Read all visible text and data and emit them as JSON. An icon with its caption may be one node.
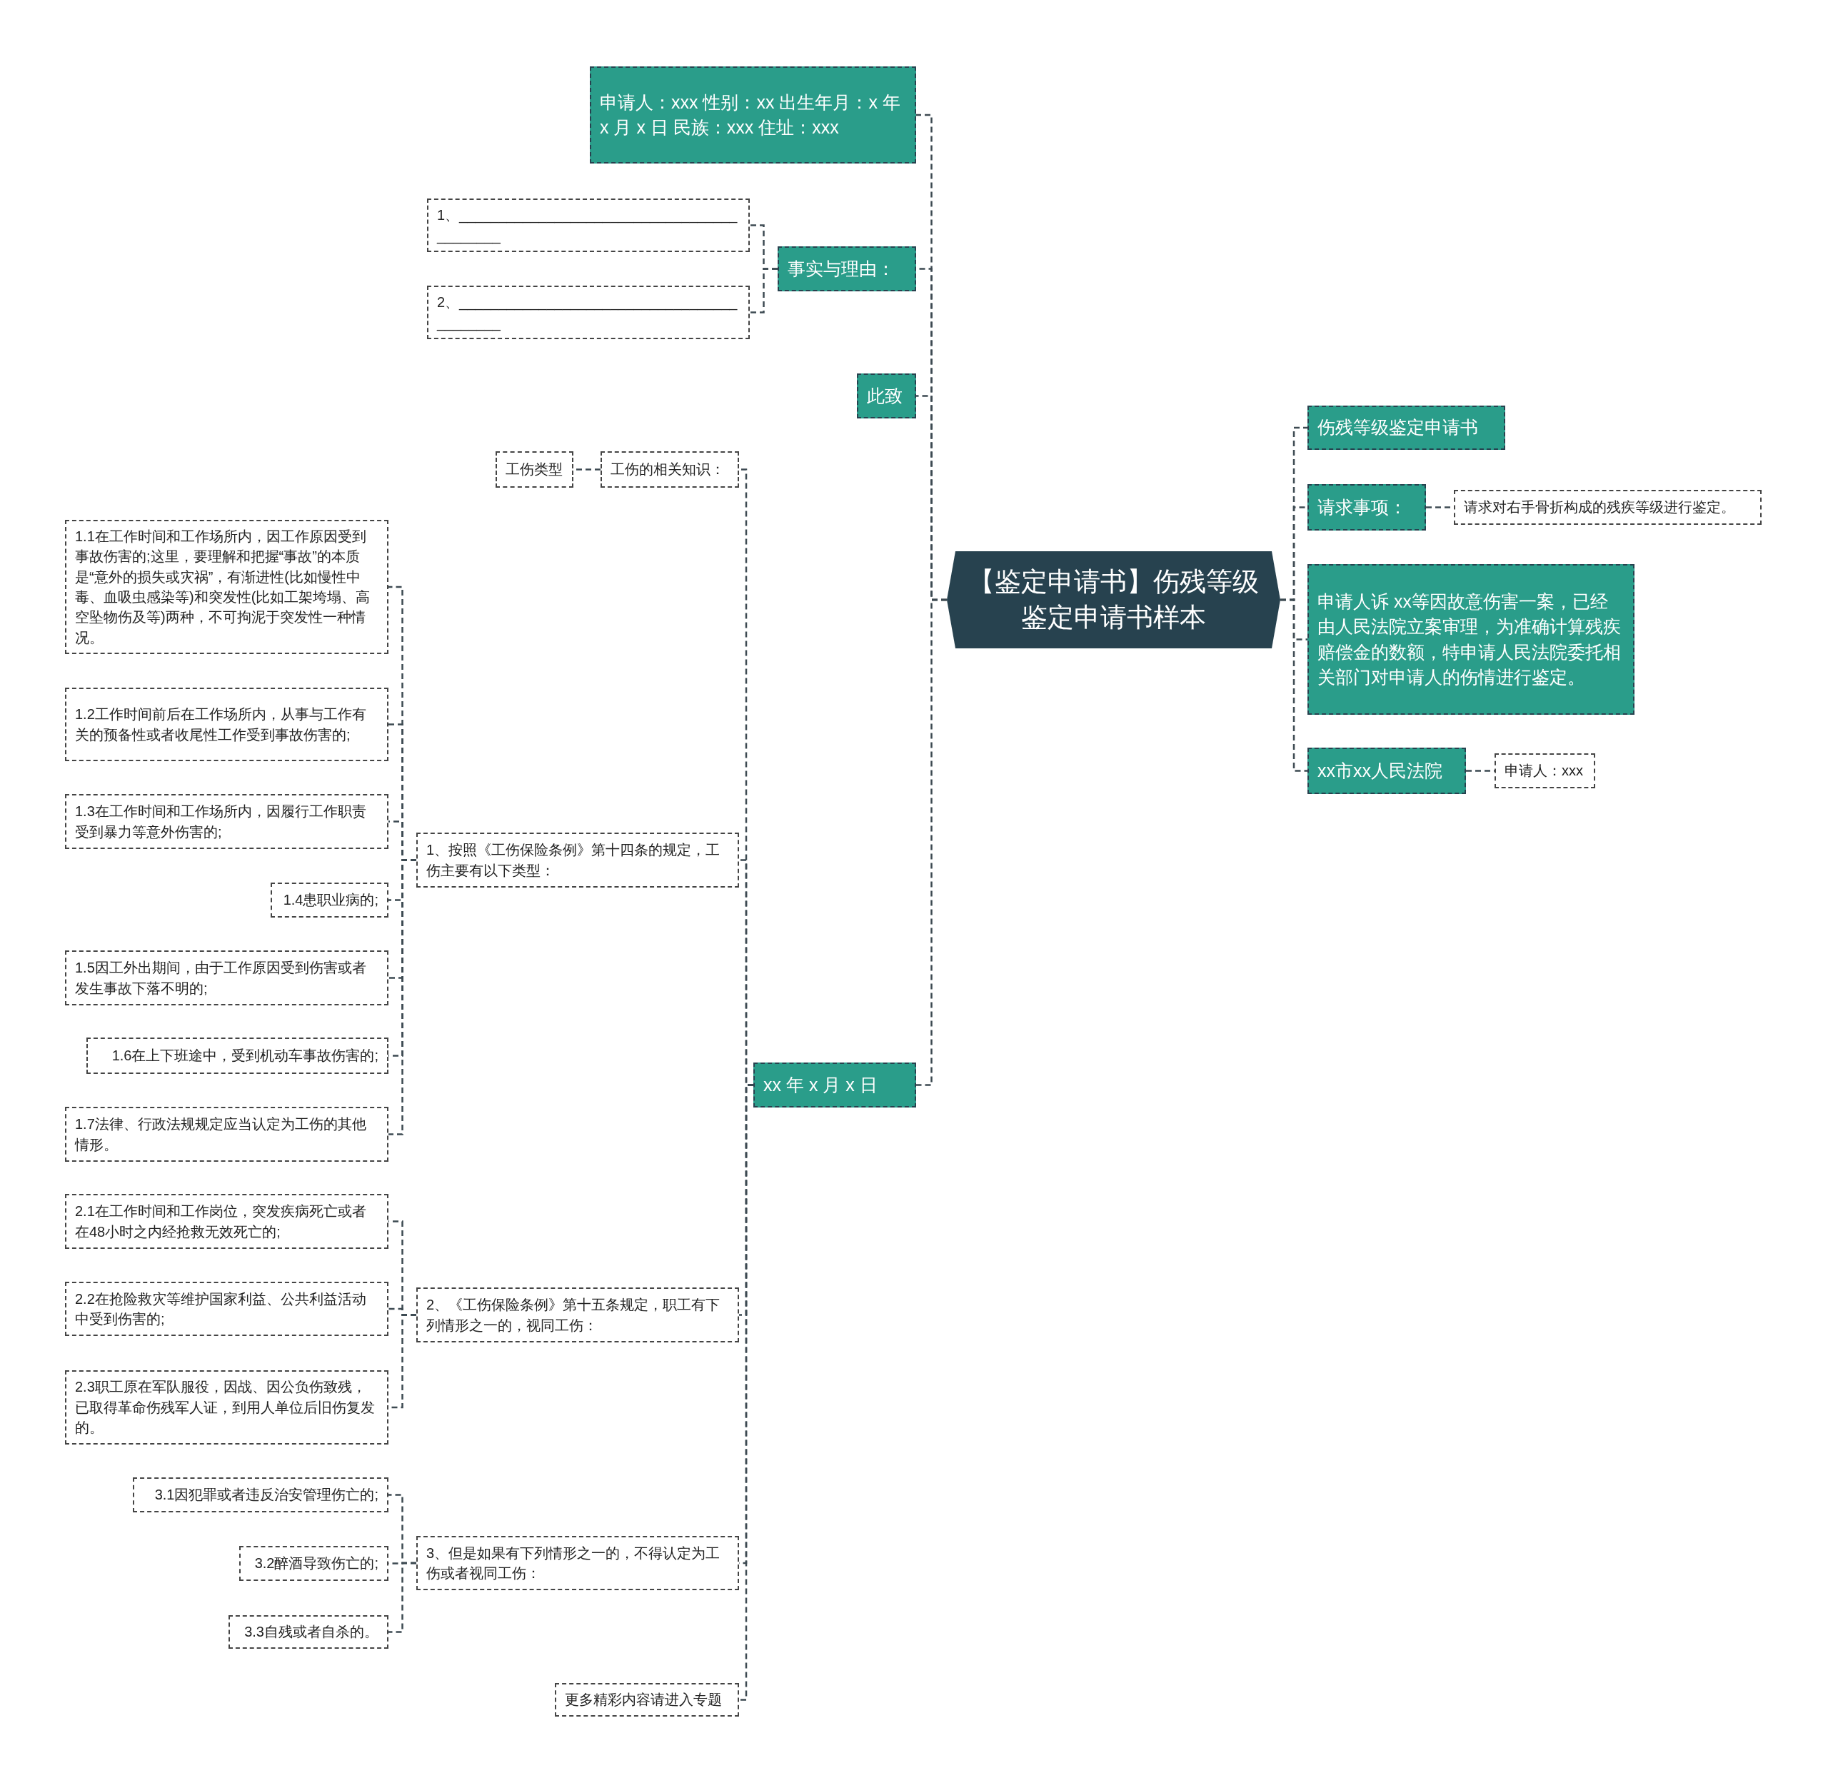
{
  "diagram": {
    "nodes": [
      {
        "text": [
          "【鉴定申请书】伤残等级鉴定申请书样本"
        ]
      },
      {
        "text": [
          "申请人：xxx 性别：xx 出生年月：x 年 x 月 x 日 民族：xxx 住址：xxx"
        ]
      },
      {
        "text": [
          "事实与理由："
        ]
      },
      {
        "text": [
          "1、___________________________________ ________"
        ]
      },
      {
        "text": [
          "2、___________________________________ ________"
        ]
      },
      {
        "text": [
          "此致"
        ]
      },
      {
        "text": [
          "xx 年 x 月 x 日"
        ]
      },
      {
        "text": [
          "工伤的相关知识："
        ]
      },
      {
        "text": [
          "工伤类型"
        ]
      },
      {
        "text": [
          "1、按照《工伤保险条例》第十四条的规定，工伤主要有以下类型："
        ]
      },
      {
        "text": [
          "1.1在工作时间和工作场所内，因工作原因受到事故伤害的;这里，要理解和把握“事故”的本质是“意外的损失或灾祸”，有渐进性(比如慢性中毒、血吸虫感染等)和突发性(比如工架垮塌、高空坠物伤及等)两种，不可拘泥于突发性一种情况。"
        ]
      },
      {
        "text": [
          "1.2工作时间前后在工作场所内，从事与工作有关的预备性或者收尾性工作受到事故伤害的;"
        ]
      },
      {
        "text": [
          "1.3在工作时间和工作场所内，因履行工作职责受到暴力等意外伤害的;"
        ]
      },
      {
        "text": [
          "1.4患职业病的;"
        ]
      },
      {
        "text": [
          "1.5因工外出期间，由于工作原因受到伤害或者发生事故下落不明的;"
        ]
      },
      {
        "text": [
          "1.6在上下班途中，受到机动车事故伤害的;"
        ]
      },
      {
        "text": [
          "1.7法律、行政法规规定应当认定为工伤的其他情形。"
        ]
      },
      {
        "text": [
          "2、《工伤保险条例》第十五条规定，职工有下列情形之一的，视同工伤："
        ]
      },
      {
        "text": [
          "2.1在工作时间和工作岗位，突发疾病死亡或者在48小时之内经抢救无效死亡的;"
        ]
      },
      {
        "text": [
          "2.2在抢险救灾等维护国家利益、公共利益活动中受到伤害的;"
        ]
      },
      {
        "text": [
          "2.3职工原在军队服役，因战、因公负伤致残，已取得革命伤残军人证，到用人单位后旧伤复发的。"
        ]
      },
      {
        "text": [
          "3、但是如果有下列情形之一的，不得认定为工伤或者视同工伤："
        ]
      },
      {
        "text": [
          "3.1因犯罪或者违反治安管理伤亡的;"
        ]
      },
      {
        "text": [
          "3.2醉酒导致伤亡的;"
        ]
      },
      {
        "text": [
          "3.3自残或者自杀的。"
        ]
      },
      {
        "text": [
          "更多精彩内容请进入专题"
        ]
      },
      {
        "text": [
          "伤残等级鉴定申请书"
        ]
      },
      {
        "text": [
          "请求事项："
        ]
      },
      {
        "text": [
          "请求对右手骨折构成的残疾等级进行鉴定。"
        ]
      },
      {
        "text": [
          "申请人诉 xx等因故意伤害一案，已经由人民法院立案审理，为准确计算残疾赔偿金的数额，特申请人民法院委托相关部门对申请人的伤情进行鉴定。"
        ]
      },
      {
        "text": [
          "xx市xx人民法院"
        ]
      },
      {
        "text": [
          "申请人：xxx"
        ]
      }
    ],
    "edges": [
      {
        "from": 0,
        "to": 1,
        "arrow": "none"
      },
      {
        "from": 0,
        "to": 2,
        "arrow": "none"
      },
      {
        "from": 2,
        "to": 3,
        "arrow": "none"
      },
      {
        "from": 2,
        "to": 4,
        "arrow": "none"
      },
      {
        "from": 0,
        "to": 5,
        "arrow": "none"
      },
      {
        "from": 0,
        "to": 6,
        "arrow": "none"
      },
      {
        "from": 6,
        "to": 7,
        "arrow": "none"
      },
      {
        "from": 7,
        "to": 8,
        "arrow": "none"
      },
      {
        "from": 6,
        "to": 9,
        "arrow": "none"
      },
      {
        "from": 9,
        "to": 10,
        "arrow": "none"
      },
      {
        "from": 9,
        "to": 11,
        "arrow": "none"
      },
      {
        "from": 9,
        "to": 12,
        "arrow": "none"
      },
      {
        "from": 9,
        "to": 13,
        "arrow": "none"
      },
      {
        "from": 9,
        "to": 14,
        "arrow": "none"
      },
      {
        "from": 9,
        "to": 15,
        "arrow": "none"
      },
      {
        "from": 9,
        "to": 16,
        "arrow": "none"
      },
      {
        "from": 6,
        "to": 17,
        "arrow": "none"
      },
      {
        "from": 17,
        "to": 18,
        "arrow": "none"
      },
      {
        "from": 17,
        "to": 19,
        "arrow": "none"
      },
      {
        "from": 17,
        "to": 20,
        "arrow": "none"
      },
      {
        "from": 6,
        "to": 21,
        "arrow": "none"
      },
      {
        "from": 21,
        "to": 22,
        "arrow": "none"
      },
      {
        "from": 21,
        "to": 23,
        "arrow": "none"
      },
      {
        "from": 21,
        "to": 24,
        "arrow": "none"
      },
      {
        "from": 6,
        "to": 25,
        "arrow": "none"
      },
      {
        "from": 0,
        "to": 26,
        "arrow": "none"
      },
      {
        "from": 0,
        "to": 27,
        "arrow": "none"
      },
      {
        "from": 27,
        "to": 28,
        "arrow": "none"
      },
      {
        "from": 0,
        "to": 29,
        "arrow": "none"
      },
      {
        "from": 0,
        "to": 30,
        "arrow": "none"
      },
      {
        "from": 30,
        "to": 31,
        "arrow": "none"
      }
    ]
  }
}
